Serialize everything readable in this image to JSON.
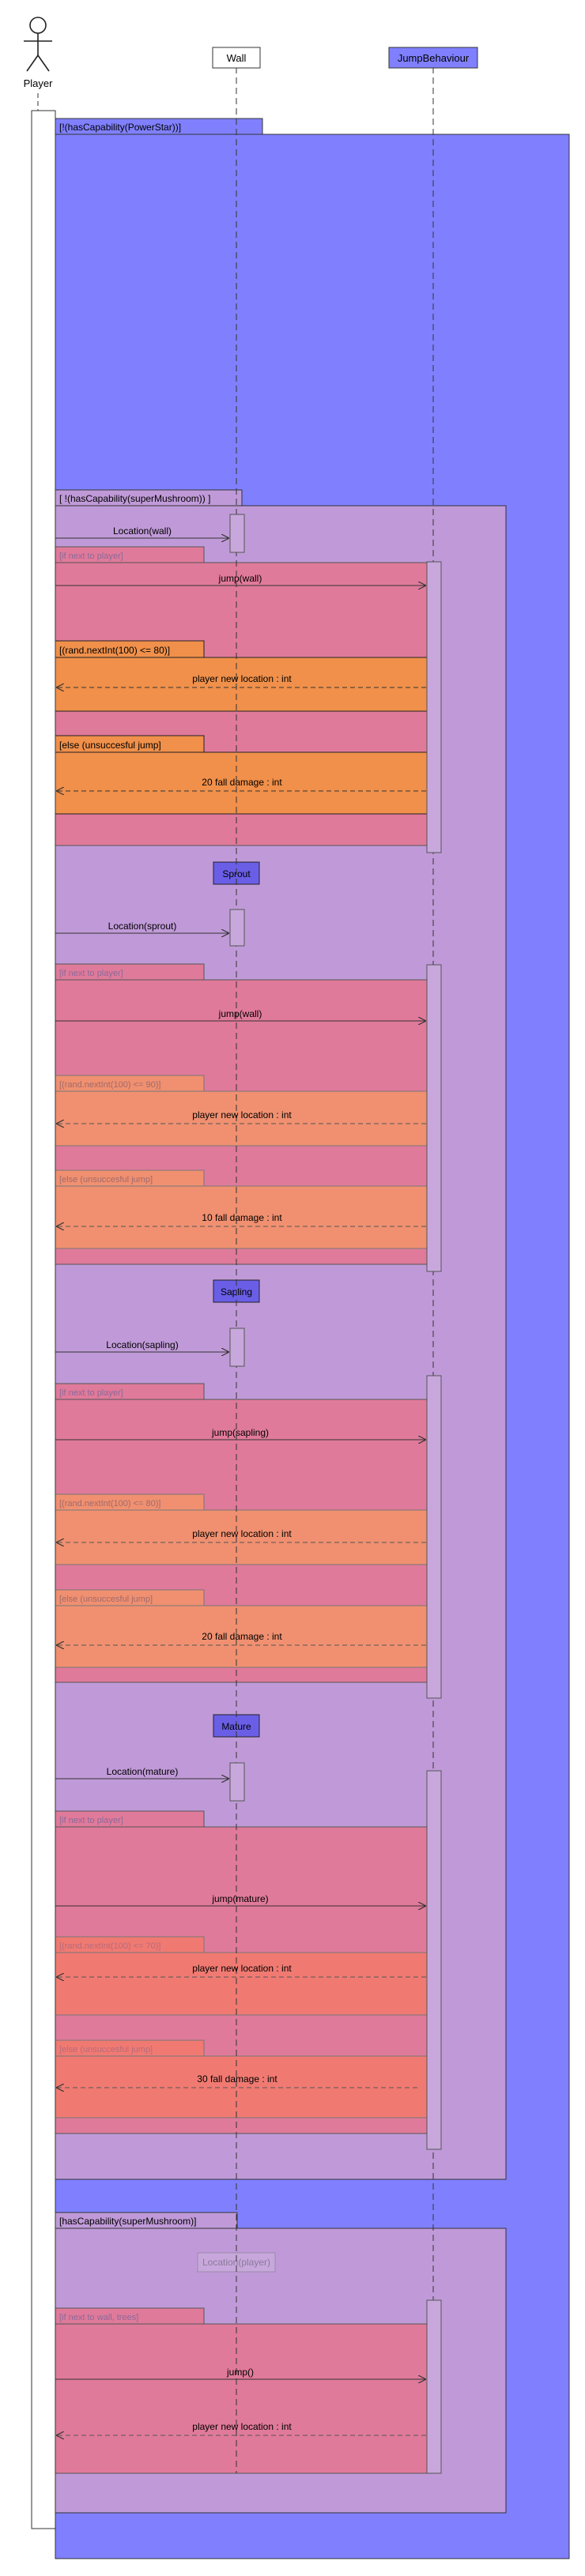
{
  "actor": {
    "label": "Player"
  },
  "lifelines": {
    "wall": "Wall",
    "jump": "JumpBehaviour"
  },
  "outer_frame": {
    "label": "[!(hasCapability(PowerStar))]"
  },
  "frame_no_mushroom": {
    "label": "[ !(hasCapability(superMushroom)) ]"
  },
  "frame_mushroom": {
    "label": "[hasCapability(superMushroom)]"
  },
  "stages": [
    {
      "location_msg": "Location(wall)",
      "guard": "[if next to player]",
      "jump_msg": "jump(wall)",
      "success_guard": "[(rand.nextInt(100) <= 80)]",
      "success_msg": "player new location : int",
      "else_guard": "[else (unsuccesful jump]",
      "fail_msg": "20 fall damage : int"
    },
    {
      "header": "Sprout",
      "location_msg": "Location(sprout)",
      "guard": "[if next to player]",
      "jump_msg": "jump(wall)",
      "success_guard": "[(rand.nextInt(100) <= 90)]",
      "success_msg": "player new location : int",
      "else_guard": "[else (unsuccesful jump]",
      "fail_msg": "10 fall damage : int"
    },
    {
      "header": "Sapling",
      "location_msg": "Location(sapling)",
      "guard": "[if next to player]",
      "jump_msg": "jump(sapling)",
      "success_guard": "[(rand.nextInt(100) <= 80)]",
      "success_msg": "player new location : int",
      "else_guard": "[else (unsuccesful jump]",
      "fail_msg": "20 fall damage : int"
    },
    {
      "header": "Mature",
      "location_msg": "Location(mature)",
      "guard": "[if next to player]",
      "jump_msg": "jump(mature)",
      "success_guard": "[(rand.nextInt(100) <= 70)]",
      "success_msg": "player new location : int",
      "else_guard": "[else (unsuccesful jump]",
      "fail_msg": "30 fall damage : int"
    }
  ],
  "mushroom_branch": {
    "location_msg": "Location(player)",
    "guard": "[if next to wall, trees]",
    "jump_msg": "jump()",
    "return_msg": "player new location : int"
  },
  "colors": {
    "outer_fill": "#8080ff",
    "inner_fill": "#c09ad8",
    "pink_fill": "#e07a9a",
    "orange_fill": "#f0904a",
    "salmon_fill": "#f09070",
    "coral_fill": "#f07a72",
    "header_fill": "#6a5ee6",
    "box_fill": "#c8a8dc"
  }
}
